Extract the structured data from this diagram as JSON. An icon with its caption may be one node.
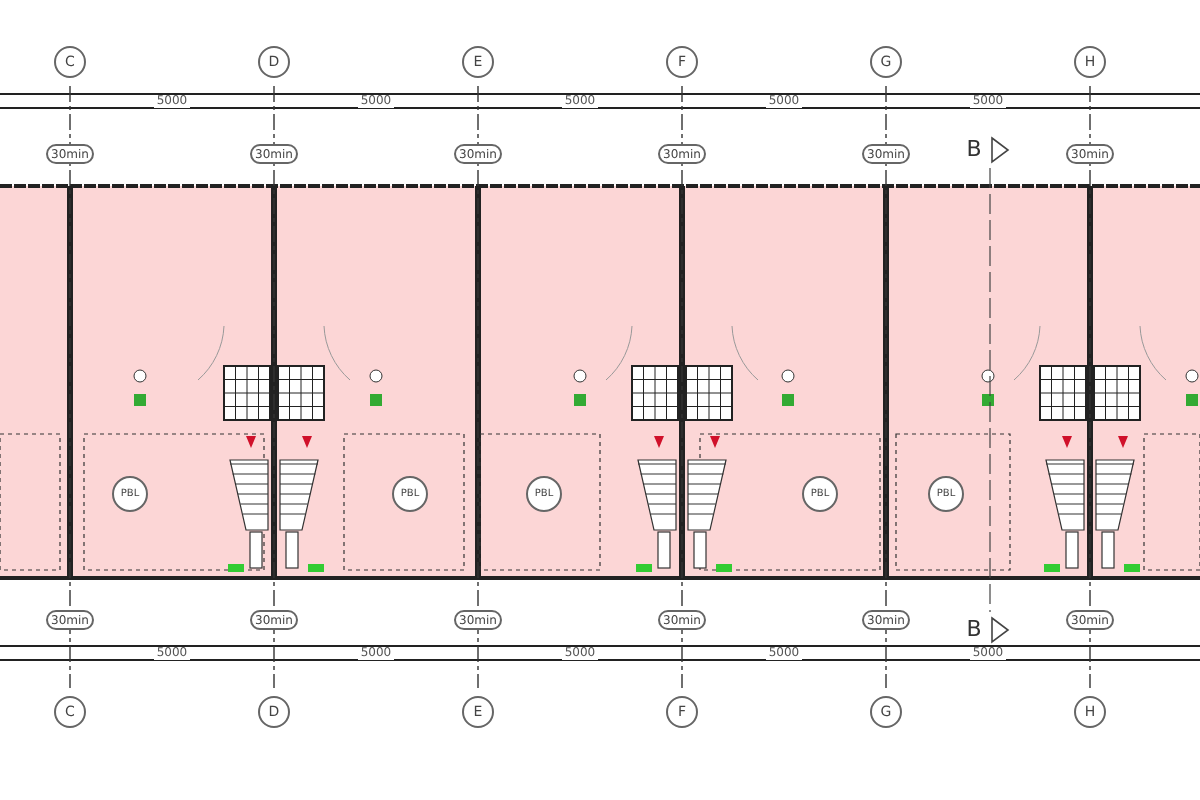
{
  "diagram": {
    "nodes": [
      {
        "text": [
          "C"
        ]
      },
      {
        "text": [
          "D"
        ]
      },
      {
        "text": [
          "E"
        ]
      },
      {
        "text": [
          "F"
        ]
      },
      {
        "text": [
          "G"
        ]
      },
      {
        "text": [
          "H"
        ]
      },
      {
        "text": [
          "30min"
        ]
      },
      {
        "text": [
          "30min"
        ]
      },
      {
        "text": [
          "30min"
        ]
      },
      {
        "text": [
          "30min"
        ]
      },
      {
        "text": [
          "30min"
        ]
      },
      {
        "text": [
          "30min"
        ]
      },
      {
        "text": [
          "PBL"
        ]
      },
      {
        "text": [
          "PBL"
        ]
      },
      {
        "text": [
          "PBL"
        ]
      },
      {
        "text": [
          "PBL"
        ]
      },
      {
        "text": [
          "PBL"
        ]
      },
      {
        "text": [
          "30min"
        ]
      },
      {
        "text": [
          "30min"
        ]
      },
      {
        "text": [
          "30min"
        ]
      },
      {
        "text": [
          "30min"
        ]
      },
      {
        "text": [
          "30min"
        ]
      },
      {
        "text": [
          "30min"
        ]
      },
      {
        "text": [
          "C"
        ]
      },
      {
        "text": [
          "D"
        ]
      },
      {
        "text": [
          "E"
        ]
      },
      {
        "text": [
          "F"
        ]
      },
      {
        "text": [
          "G"
        ]
      },
      {
        "text": [
          "H"
        ]
      }
    ],
    "edges": [],
    "labels": [
      "5000",
      "5000",
      "5000",
      "5000",
      "5000",
      "B",
      "5000",
      "5000",
      "5000",
      "5000",
      "5000",
      "B"
    ]
  }
}
